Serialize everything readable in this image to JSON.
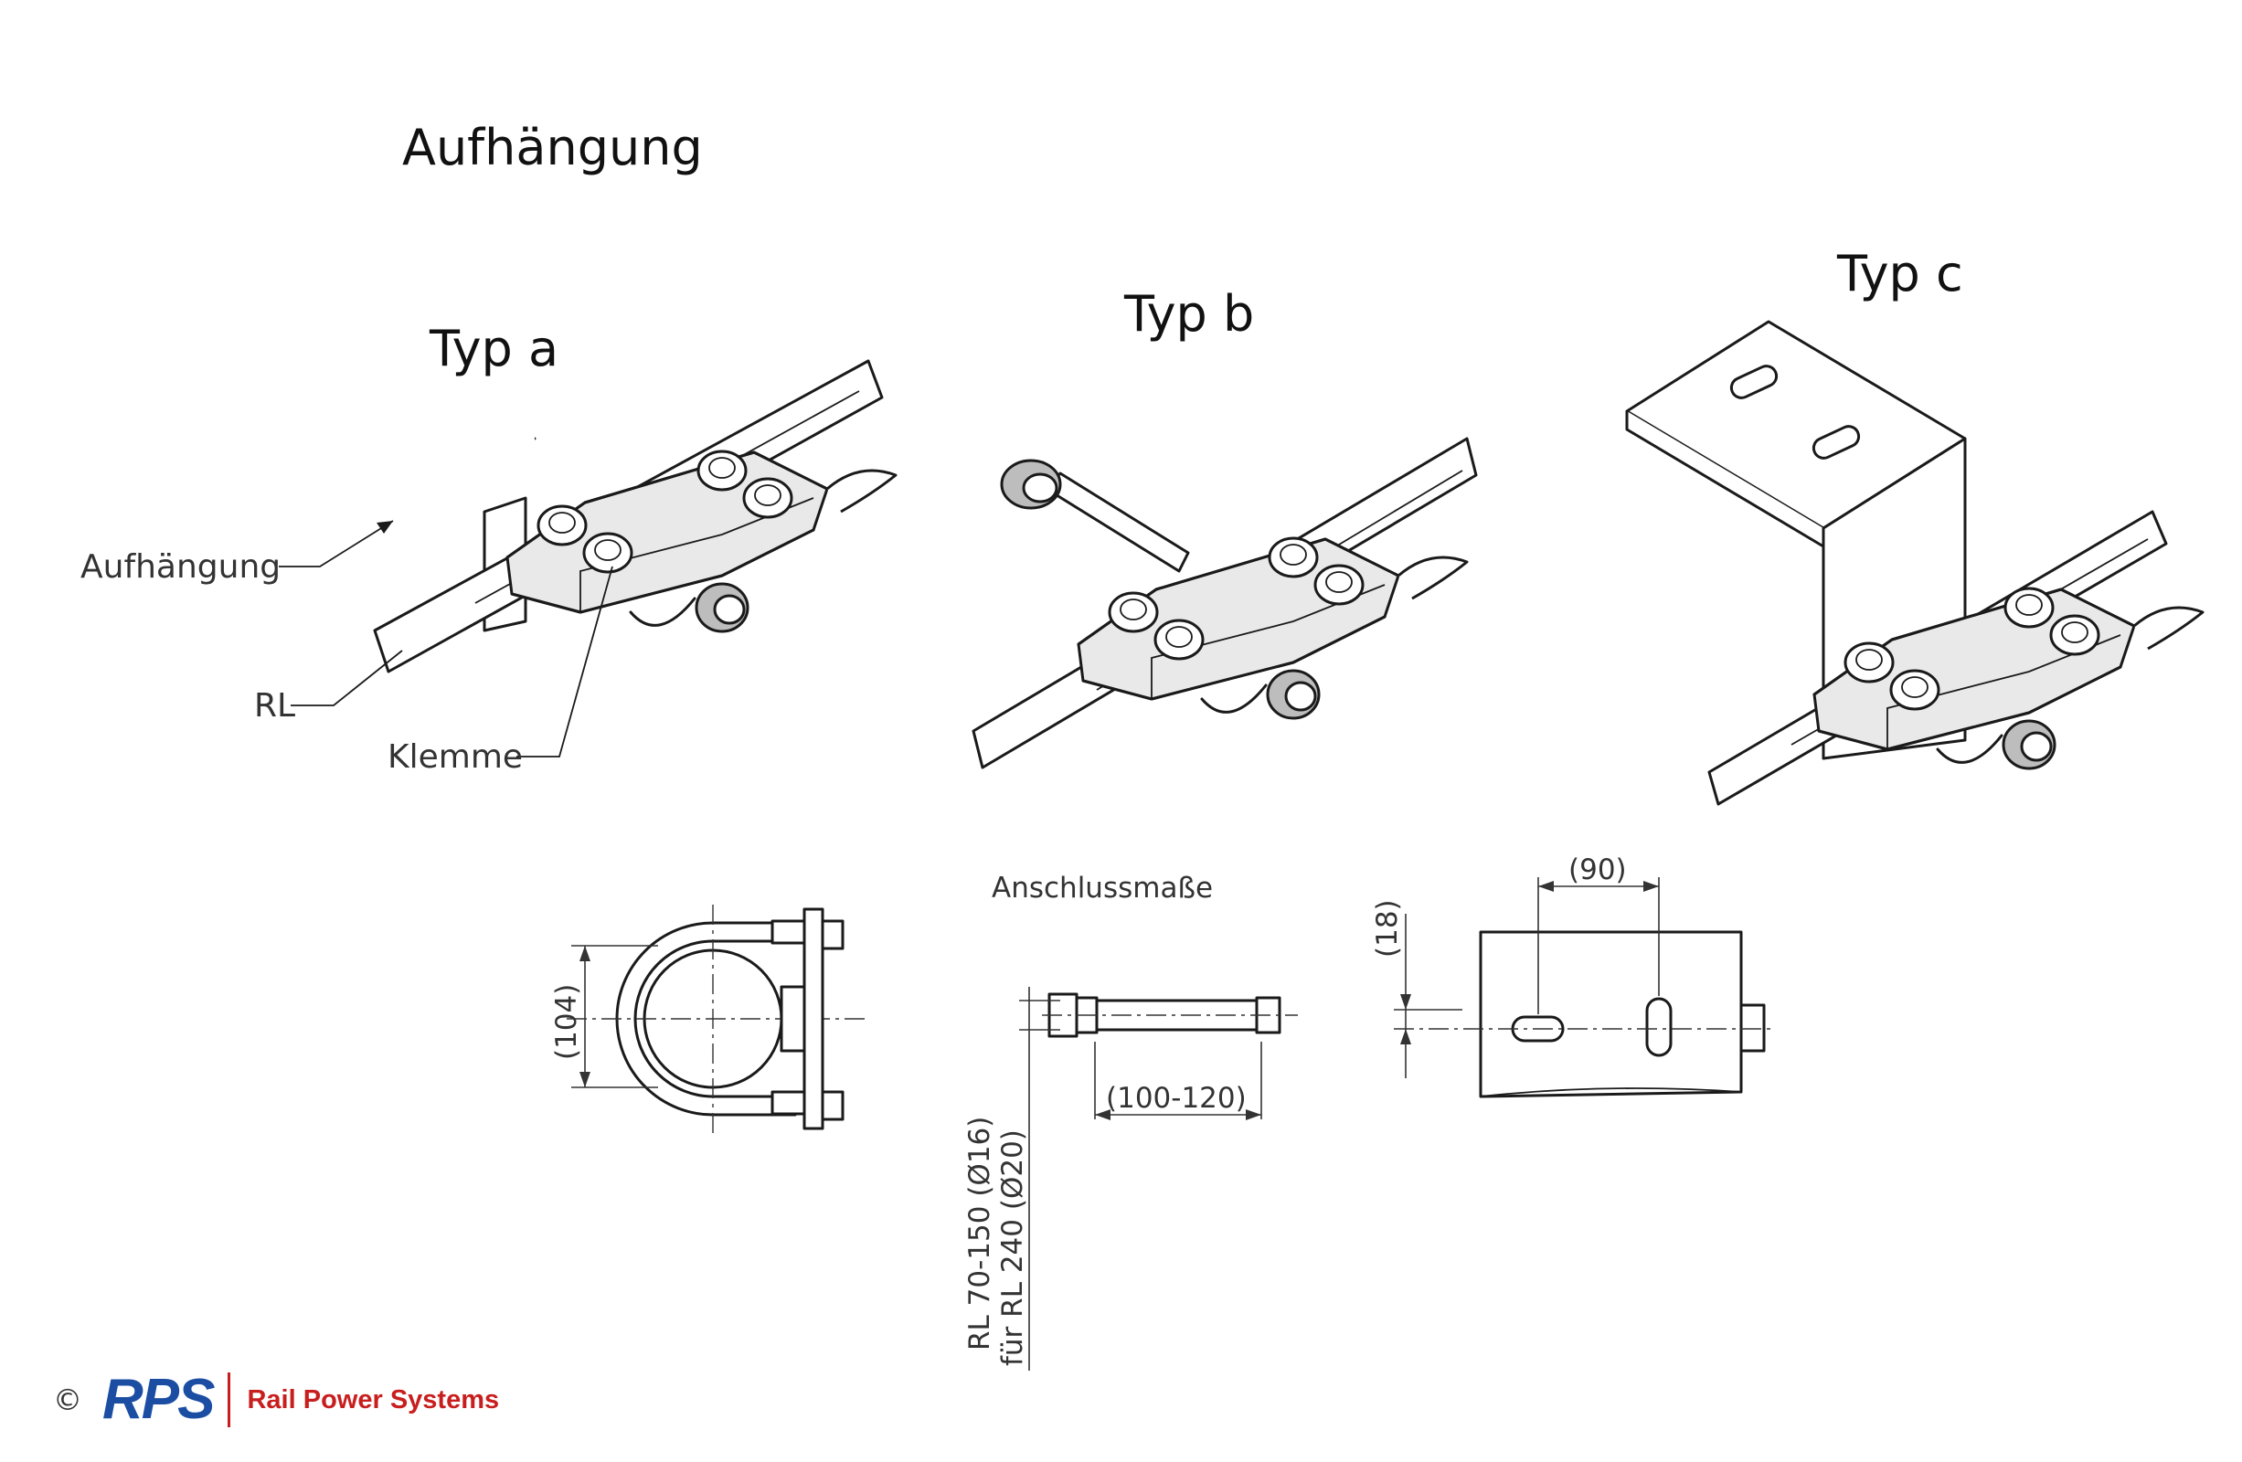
{
  "title": "Aufhängung",
  "types": {
    "a": "Typ  a",
    "b": "Typ  b",
    "c": "Typ  c"
  },
  "labels": {
    "suspension": "Aufhängung",
    "rl": "RL",
    "clamp": "Klemme"
  },
  "connection_dims_title": "Anschlussmaße",
  "dimensions": {
    "typ_a_height": "(104)",
    "typ_b_length": "(100-120)",
    "typ_b_rod_1": "RL  70-150 (Ø16)",
    "typ_b_rod_2": "für  RL  240 (Ø20)",
    "typ_c_spacing": "(90)",
    "typ_c_offset": "(18)"
  },
  "footer": {
    "copyright": "©",
    "logo_mark": "RPS",
    "company": "Rail Power Systems"
  },
  "colors": {
    "logo_blue": "#1b4da3",
    "logo_red": "#c81e1e"
  }
}
